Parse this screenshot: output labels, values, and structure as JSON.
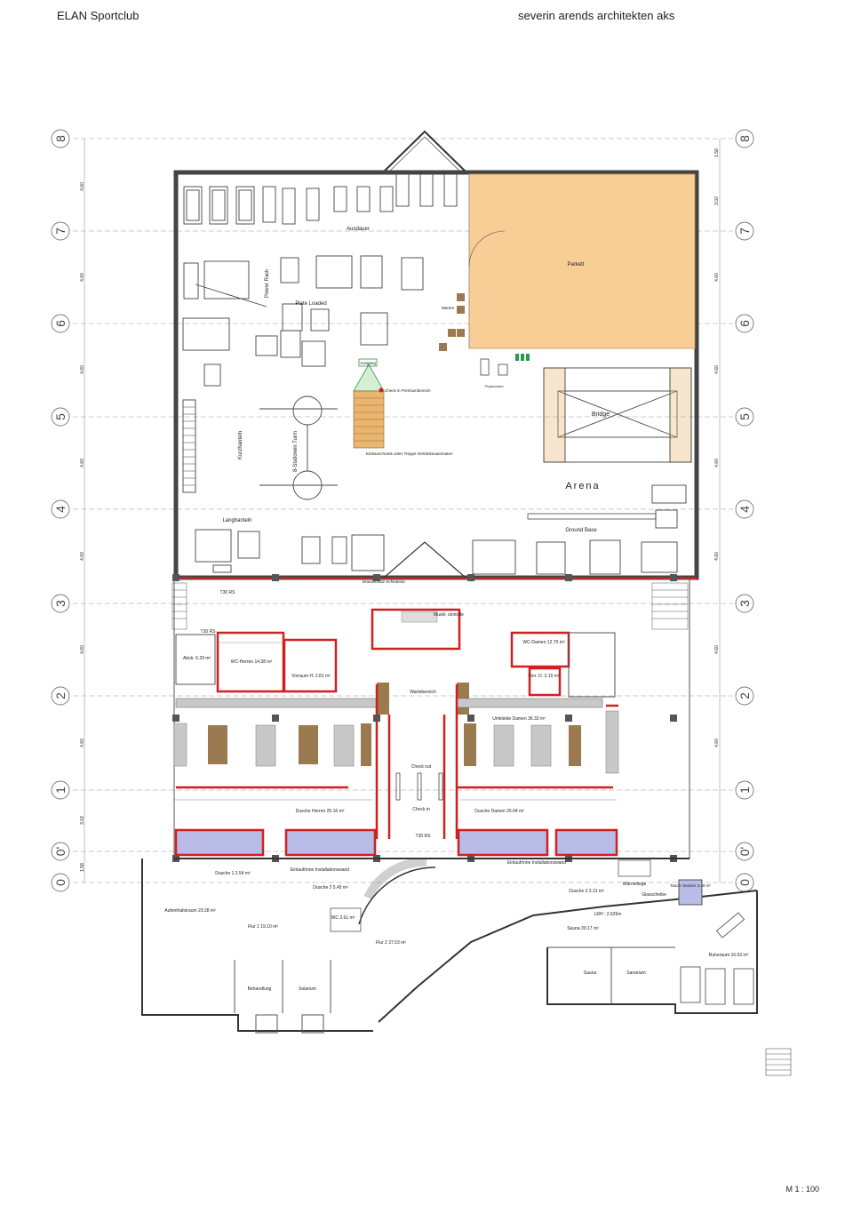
{
  "header": {
    "project": "ELAN Sportclub",
    "architect": "severin arends architekten aks"
  },
  "scale": "M 1 : 100",
  "axes": [
    "8",
    "7",
    "6",
    "5",
    "4",
    "3",
    "2",
    "1",
    "0'",
    "0"
  ],
  "dimensions": [
    "1.58",
    "4.60",
    "4.60",
    "4.60",
    "4.60",
    "4.60",
    "4.60",
    "4.60",
    "4.60",
    "3.02",
    "1.58"
  ],
  "rooms": {
    "ausdauer": "Ausdauer",
    "parkett": "Parkett",
    "power_rack": "Power Rack",
    "plate_loaded": "Plate Loaded",
    "warten_top": "Warten",
    "ausgang": "Ausgang",
    "check_in_premium": "Check in Premiumbereich",
    "physio": "Physioraum",
    "bridge": "Bridge",
    "arena": "Arena",
    "kurzhanteln": "Kurzhanteln",
    "turm": "8-Stationen Turm",
    "einbauschrank": "Einbauschrank unter Treppe Getränkeautomaten",
    "langhanteln": "Langhanteln",
    "ground_base": "Ground Base",
    "brandschutz": "Brandschutz-Schiebetor",
    "t30_a": "T30 RS",
    "t30_b": "T30 RS",
    "t30_c": "T30 RS",
    "musikzentrale": "Musik- zentrale",
    "abstellraum": "Abstr. 6.29 m²",
    "wc_herren": "WC-Herren 14.38 m²",
    "vorraum_h": "Vorraum H. 2.81 m²",
    "wc_damen": "WC-Damen 12.70 m²",
    "vorr_d": "Vorr. D. 3.15 m²",
    "wartebereich": "Wartebereich",
    "umkleide_damen": "Umkleide Damen 36.33 m²",
    "check_out": "Check out",
    "check_in": "Check in",
    "dusche_herren": "Dusche Herren 25.16 m²",
    "dusche_damen": "Dusche Damen 26.04 m²",
    "einlaufrinne_a": "Einlaufrinne Installationswand",
    "einlaufrinne_b": "Einlaufrinne Installationswand",
    "dusche1": "Dusche 1 2.54 m²",
    "dusche2": "Dusche 2 5.45 m²",
    "dusche3": "Dusche 3 3.31 m²",
    "waermeliege": "Wärmeliege",
    "glasscheibe": "Glasscheibe",
    "tauchbecken": "Tauch- becken 3.48 m²",
    "aufenthalt": "Aufenthaltsraum 29.28 m²",
    "flur1": "Flur 1 19.10 m²",
    "wc": "WC 2.61 m²",
    "flur2": "Flur 2 37.53 m²",
    "sauna_big": "Sauna 39.17 m²",
    "lrh": "LRH : 2.625m",
    "ruheraum": "Ruheraum 16.63 m²",
    "sauna": "Sauna",
    "sanarium": "Sanarium",
    "behandlung": "Behandlung",
    "solarium": "Solarium"
  },
  "colors": {
    "parkett": "#f8cd96",
    "wall": "#d11f1f",
    "structure": "#555555",
    "shower": "#b8bce6",
    "bench": "#9b7a4f",
    "locker": "#c8c8c8",
    "stair": "#e9b56f",
    "green": "#2e9a48"
  }
}
